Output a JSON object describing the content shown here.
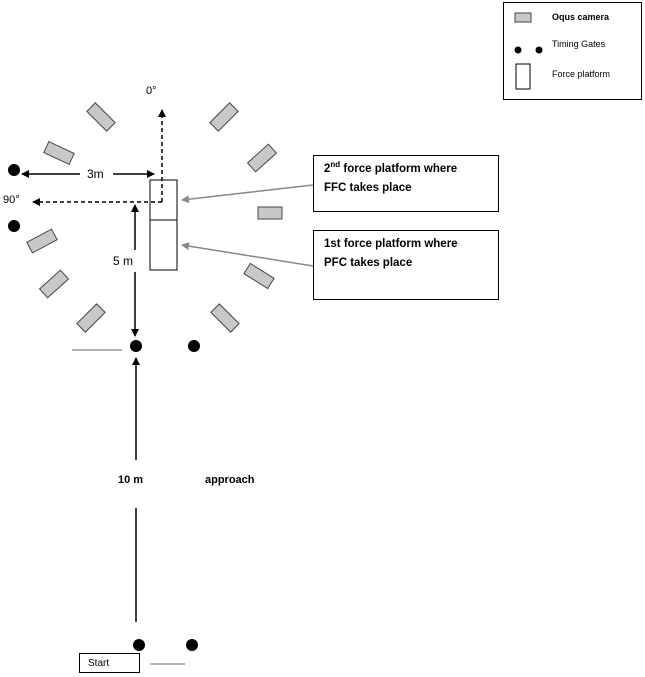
{
  "legend": {
    "camera_label": "Oqus camera",
    "gates_label": "Timing Gates",
    "platform_label": "Force platform"
  },
  "angles": {
    "zero": "0°",
    "ninety": "90°"
  },
  "distances": {
    "lateral": "3m",
    "to_platform": "5 m",
    "approach_distance": "10 m",
    "approach_label": "approach"
  },
  "callouts": {
    "second": {
      "ordinal_num": "2",
      "ordinal_suffix": "nd",
      "line1_rest": " force platform where",
      "line2": "FFC takes place"
    },
    "first": {
      "line1": "1st force platform where",
      "line2": "PFC takes place"
    }
  },
  "start_label": "Start",
  "colors": {
    "camera_fill": "#c8c8c8",
    "arrow_grey": "#888888",
    "ink": "#000000"
  }
}
